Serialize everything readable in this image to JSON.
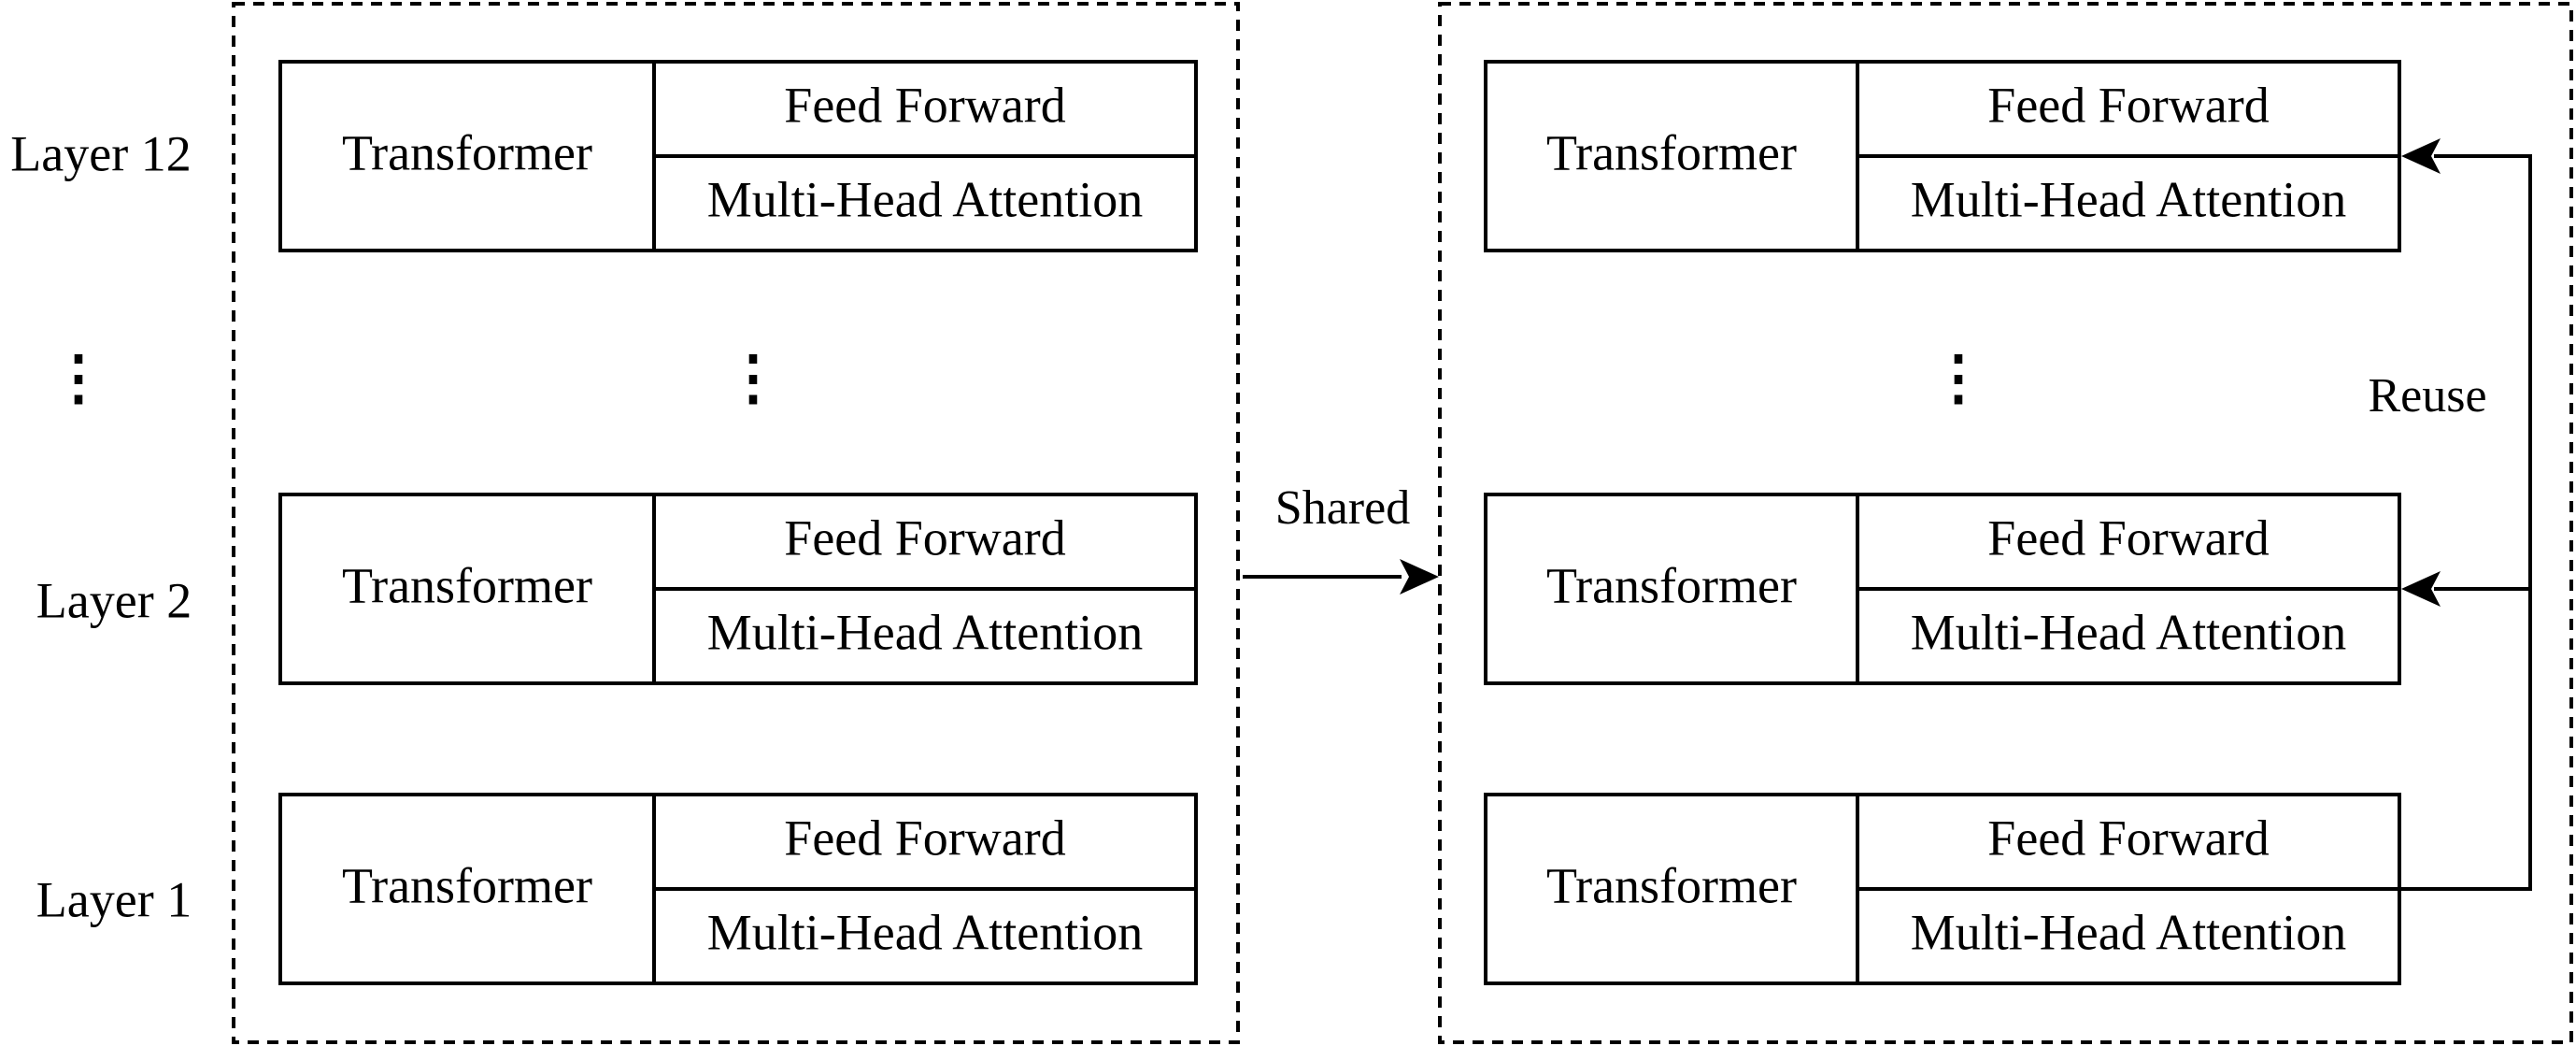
{
  "diagram": {
    "left_panel": {
      "layers": [
        {
          "label": "Layer 12",
          "block": "Transformer",
          "top_sublayer": "Feed Forward",
          "bottom_sublayer": "Multi-Head Attention"
        },
        {
          "label": "Layer 2",
          "block": "Transformer",
          "top_sublayer": "Feed Forward",
          "bottom_sublayer": "Multi-Head Attention"
        },
        {
          "label": "Layer 1",
          "block": "Transformer",
          "top_sublayer": "Feed Forward",
          "bottom_sublayer": "Multi-Head Attention"
        }
      ],
      "ellipsis_label": "⋮",
      "ellipsis_block": "⋮"
    },
    "shared_arrow_label": "Shared",
    "right_panel": {
      "layers": [
        {
          "block": "Transformer",
          "top_sublayer": "Feed Forward",
          "bottom_sublayer": "Multi-Head Attention"
        },
        {
          "block": "Transformer",
          "top_sublayer": "Feed Forward",
          "bottom_sublayer": "Multi-Head Attention"
        },
        {
          "block": "Transformer",
          "top_sublayer": "Feed Forward",
          "bottom_sublayer": "Multi-Head Attention"
        }
      ],
      "ellipsis_block": "⋮",
      "reuse_label": "Reuse"
    }
  }
}
